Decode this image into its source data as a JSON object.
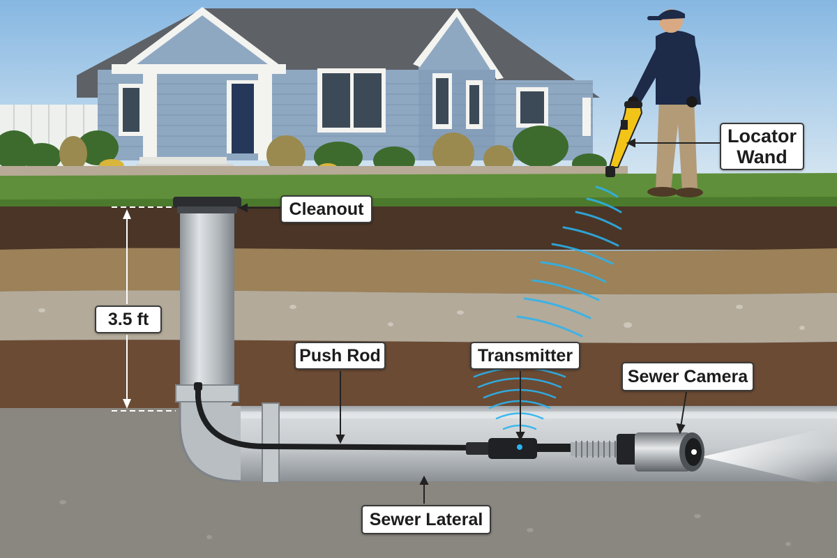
{
  "labels": {
    "locator_wand_line1": "Locator",
    "locator_wand_line2": "Wand",
    "cleanout": "Cleanout",
    "depth": "3.5 ft",
    "push_rod": "Push Rod",
    "transmitter": "Transmitter",
    "sewer_camera": "Sewer Camera",
    "sewer_lateral": "Sewer Lateral"
  },
  "colors": {
    "sky": "#9fc6e6",
    "grass": "#5f8f3a",
    "topsoil": "#4a3526",
    "sand_layer": "#9c8159",
    "gravel_layer": "#b3aa9a",
    "clay_layer": "#6b4b34",
    "deep_soil": "#8a8680",
    "pipe": "#b9bec2",
    "locator_yellow": "#f2c418",
    "signal_blue": "#2bb4f0",
    "house_siding": "#8fa8c2"
  },
  "icons": {
    "locator": "locator-wand-icon",
    "camera": "sewer-camera-icon",
    "transmitter": "transmitter-icon"
  }
}
